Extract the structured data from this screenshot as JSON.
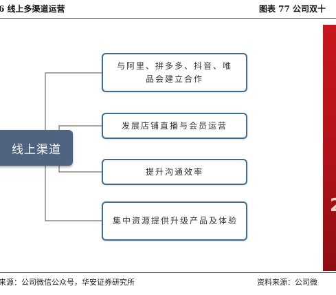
{
  "captions": {
    "left": "6 线上多渠道运营",
    "right": "图表 77 公司双十"
  },
  "root": {
    "label": "线上渠道"
  },
  "nodes": [
    {
      "text": "与阿里、拼多多、抖音、唯品会建立合作"
    },
    {
      "text": "发展店铺直播与会员运营"
    },
    {
      "text": "提升沟通效率"
    },
    {
      "text": "集中资源提供升级产品及体验"
    }
  ],
  "sources": {
    "left": "来源：公司微信公众号，华安证券研究所",
    "right": "资料来源：公司微"
  },
  "colors": {
    "root_fill": "#4f6481",
    "node_border": "#3f6d92",
    "connector": "#8c8c8c",
    "panel_red": "#c8161d"
  },
  "icons": {
    "panel_glyph": "2"
  }
}
